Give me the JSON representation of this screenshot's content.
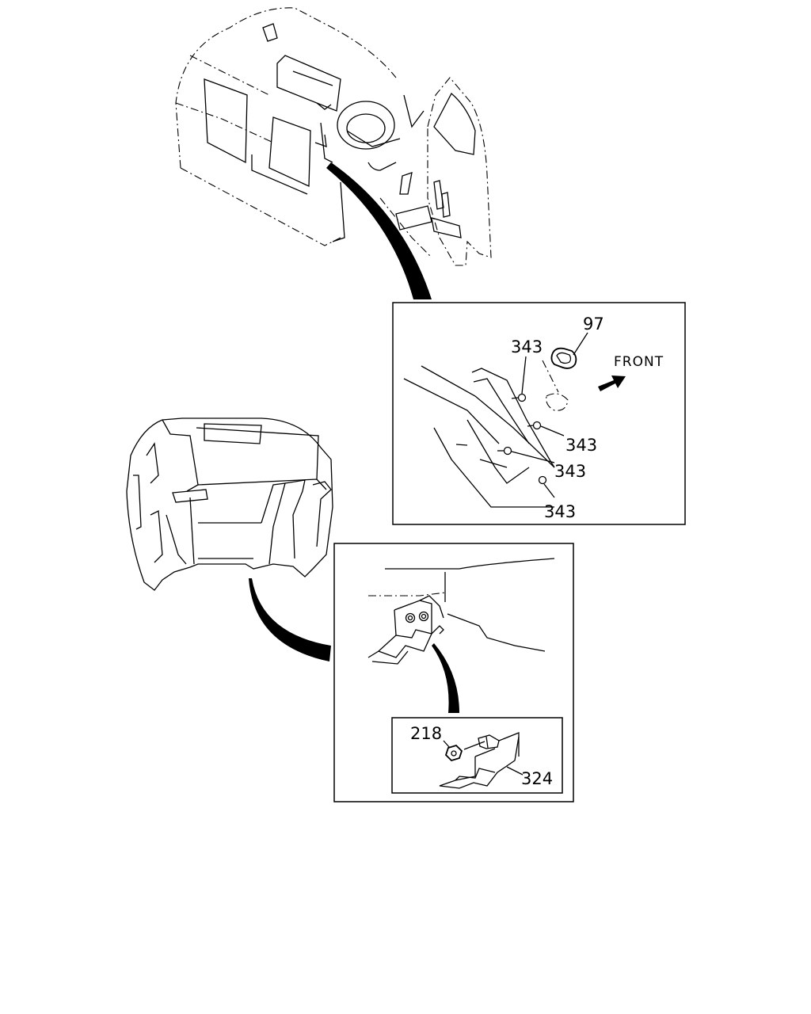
{
  "callouts": {
    "grommet": "97",
    "clip_top": "343",
    "clip_right_1": "343",
    "clip_right_2": "343",
    "clip_bottom": "343",
    "front_label": "FRONT",
    "nut": "218",
    "bracket": "324"
  },
  "icons": {
    "front_arrow": "arrow-icon"
  }
}
